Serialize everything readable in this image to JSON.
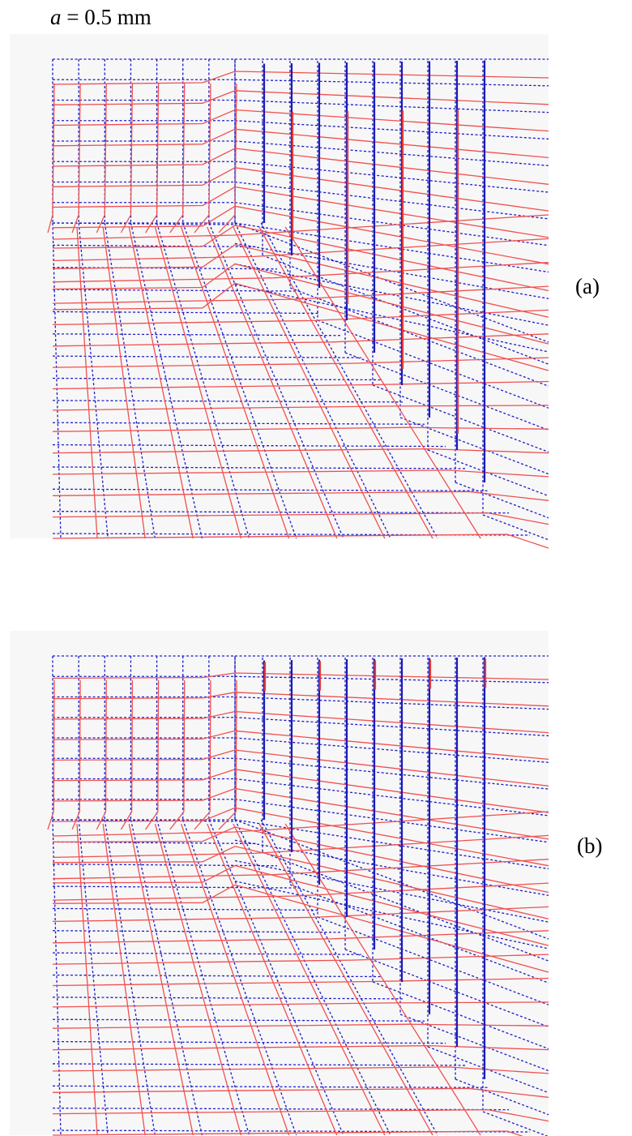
{
  "scale_bar": {
    "symbol": "a",
    "text": " = 0.5 mm"
  },
  "panels": [
    {
      "label": "(a)"
    },
    {
      "label": "(b)"
    }
  ],
  "colors": {
    "reference_mesh": "#1c1cc8",
    "deformed_mesh": "#f05050",
    "panel_background": "#f7f7f7"
  }
}
